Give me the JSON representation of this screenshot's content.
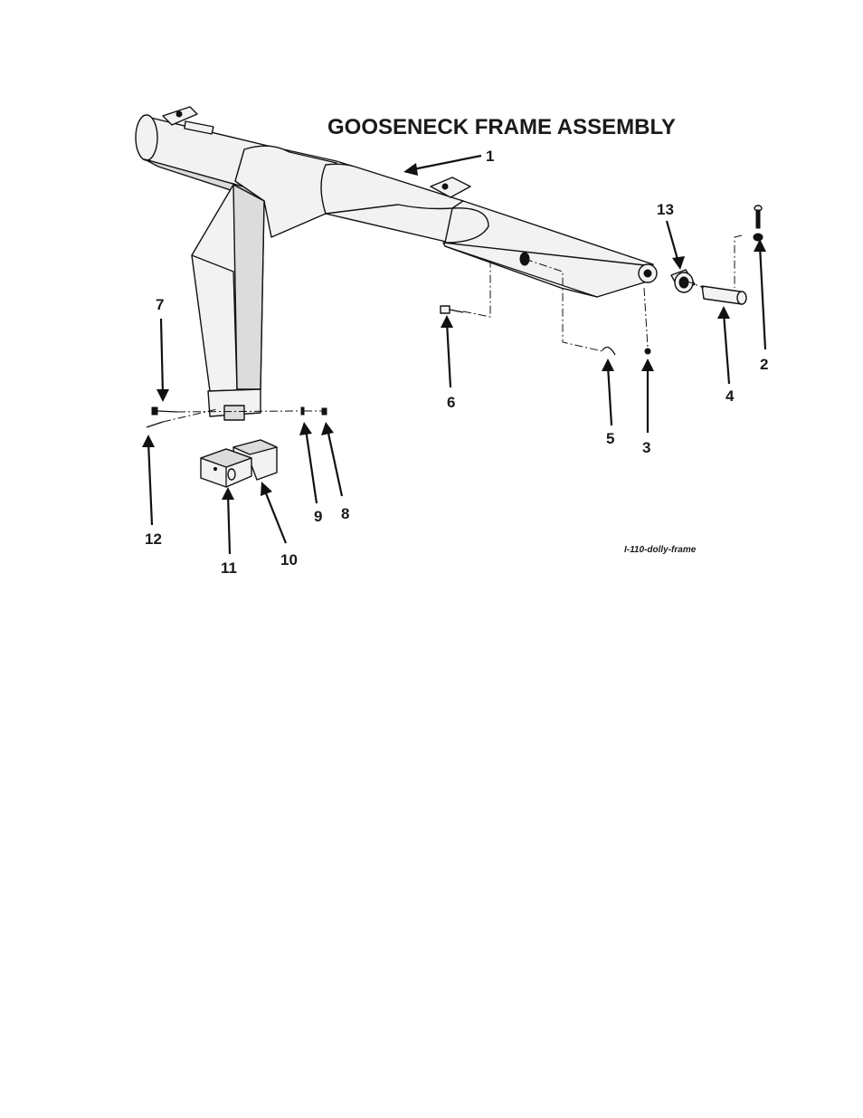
{
  "diagram": {
    "title": "GOOSENECK FRAME ASSEMBLY",
    "figure_id": "I-110-dolly-frame",
    "callouts": [
      {
        "id": "1",
        "label": "1"
      },
      {
        "id": "2",
        "label": "2"
      },
      {
        "id": "3",
        "label": "3"
      },
      {
        "id": "4",
        "label": "4"
      },
      {
        "id": "5",
        "label": "5"
      },
      {
        "id": "6",
        "label": "6"
      },
      {
        "id": "7",
        "label": "7"
      },
      {
        "id": "8",
        "label": "8"
      },
      {
        "id": "9",
        "label": "9"
      },
      {
        "id": "10",
        "label": "10"
      },
      {
        "id": "11",
        "label": "11"
      },
      {
        "id": "12",
        "label": "12"
      },
      {
        "id": "13",
        "label": "13"
      }
    ]
  }
}
